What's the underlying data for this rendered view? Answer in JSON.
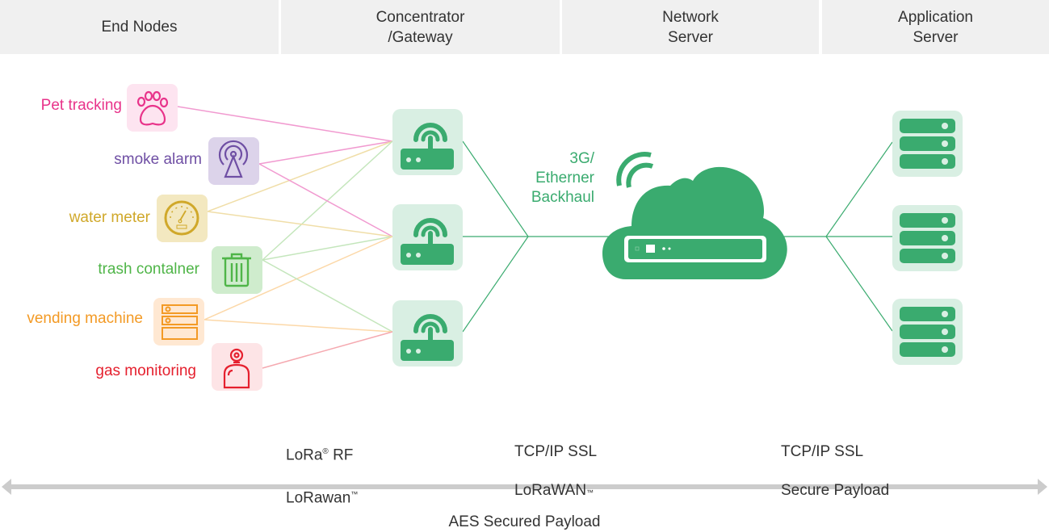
{
  "header": {
    "columns": [
      {
        "label": "End Nodes"
      },
      {
        "label": "Concentrator\n/Gateway"
      },
      {
        "label": "Network\nServer"
      },
      {
        "label": "Application\nServer"
      }
    ]
  },
  "colors": {
    "header_bg": "#f0f0f0",
    "brand_green": "#3aab6f",
    "tile_green": "#d9efe3",
    "arrow_gray": "#cccccc"
  },
  "end_nodes": [
    {
      "label": "Pet tracking",
      "icon": "paw-icon",
      "color": "#e8338a",
      "tile": "#fde4f0",
      "line": "#f19ad0"
    },
    {
      "label": "smoke alarm",
      "icon": "broadcast-tower-icon",
      "color": "#6f4fa4",
      "tile": "#dcd3ea",
      "line": "#f19ad0"
    },
    {
      "label": "water meter",
      "icon": "gauge-icon",
      "color": "#d0a82a",
      "tile": "#f3e8c0",
      "line": "#f0dea8"
    },
    {
      "label": "trash contalner",
      "icon": "trash-icon",
      "color": "#4fb548",
      "tile": "#cfeccd",
      "line": "#c4e6bc"
    },
    {
      "label": "vending machine",
      "icon": "vending-machine-icon",
      "color": "#f39a25",
      "tile": "#ffe8d2",
      "line": "#fcd8a8"
    },
    {
      "label": "gas monitoring",
      "icon": "gas-cylinder-icon",
      "color": "#e5202e",
      "tile": "#fde4e6",
      "line": "#f5a9b0"
    }
  ],
  "connections": [
    {
      "from": 0,
      "to": 0
    },
    {
      "from": 1,
      "to": 0
    },
    {
      "from": 2,
      "to": 0
    },
    {
      "from": 3,
      "to": 0
    },
    {
      "from": 1,
      "to": 1
    },
    {
      "from": 2,
      "to": 1
    },
    {
      "from": 3,
      "to": 1
    },
    {
      "from": 4,
      "to": 1
    },
    {
      "from": 3,
      "to": 2
    },
    {
      "from": 4,
      "to": 2
    },
    {
      "from": 5,
      "to": 2
    }
  ],
  "gateways": [
    {
      "icon": "router-icon"
    },
    {
      "icon": "router-icon"
    },
    {
      "icon": "router-icon"
    }
  ],
  "network_server": {
    "icon": "cloud-server-icon",
    "wifi_icon": "wifi-signal-icon"
  },
  "app_servers": [
    {
      "icon": "server-rack-icon"
    },
    {
      "icon": "server-rack-icon"
    },
    {
      "icon": "server-rack-icon"
    }
  ],
  "backhaul_label": "3G/\nEtherner\nBackhaul",
  "protocols": {
    "rf_line1": "LoRa",
    "rf_reg": "®",
    "rf_line1_rest": " RF",
    "rf_line2": "LoRawan",
    "rf_tm": "™",
    "gateway_ns_line1": "TCP/IP SSL",
    "gateway_ns_line2": "LoRaWAN",
    "gateway_ns_tm": "™",
    "ns_app_line1": "TCP/IP SSL",
    "ns_app_line2": "Secure Payload"
  },
  "footer": {
    "label": "AES Secured Payload"
  }
}
